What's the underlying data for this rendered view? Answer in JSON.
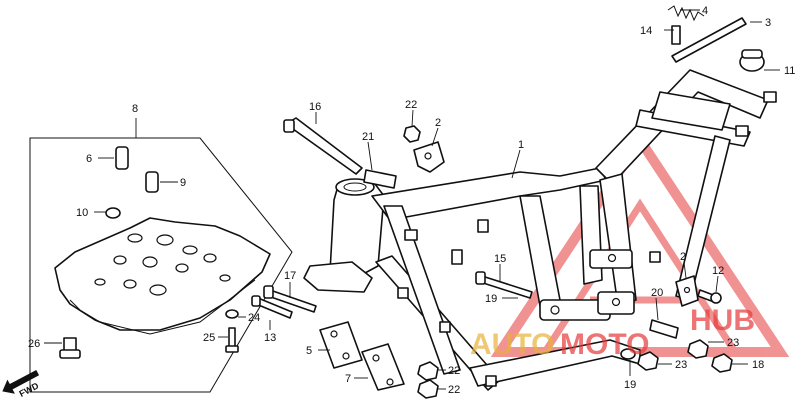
{
  "callouts": {
    "c1": "1",
    "c2a": "2",
    "c2b": "2",
    "c3": "3",
    "c4": "4",
    "c5": "5",
    "c6": "6",
    "c7": "7",
    "c8": "8",
    "c9": "9",
    "c10": "10",
    "c11": "11",
    "c12": "12",
    "c13": "13",
    "c14": "14",
    "c15": "15",
    "c16": "16",
    "c17": "17",
    "c18": "18",
    "c19a": "19",
    "c19b": "19",
    "c20": "20",
    "c21": "21",
    "c22a": "22",
    "c22b": "22",
    "c22c": "22",
    "c23a": "23",
    "c23b": "23",
    "c24": "24",
    "c25": "25",
    "c26": "26"
  },
  "fwd_label": "FWD",
  "watermark": {
    "part1": "AUTO",
    "part2": "MOTO",
    "part3": "HUB",
    "color_red": "#e63a3a",
    "color_gold": "#e9b23a"
  }
}
